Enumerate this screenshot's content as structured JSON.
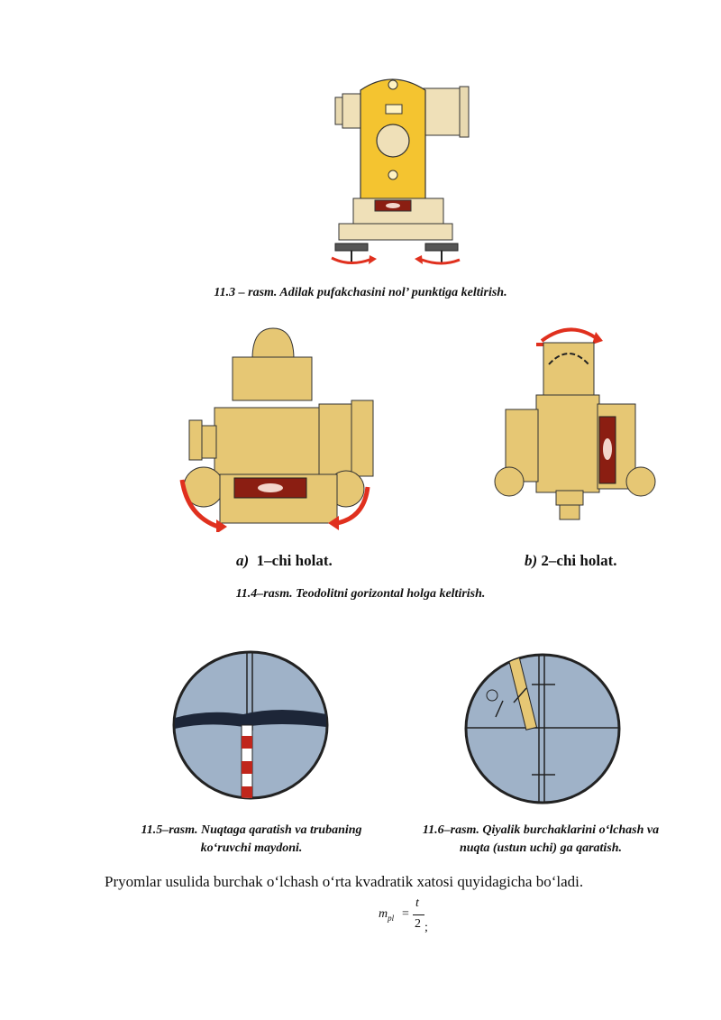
{
  "figures": {
    "fig_11_3": {
      "caption": "11.3 – rasm. Adilak pufakchasini nol’ punktiga keltirish."
    },
    "fig_11_4": {
      "caption": "11.4–rasm. Teodolitni gorizontal holga keltirish.",
      "sub_a_letter": "a)",
      "sub_a_text": "1–chi holat.",
      "sub_b_letter": "b)",
      "sub_b_text": "2–chi holat."
    },
    "fig_11_5": {
      "caption_line1": "11.5–rasm. Nuqtaga qaratish va trubaning",
      "caption_line2": "ko‘ruvchi maydoni."
    },
    "fig_11_6": {
      "caption_line1": "11.6–rasm. Qiyalik burchaklarini o‘lchash va",
      "caption_line2": "nuqta (ustun uchi) ga qaratish."
    }
  },
  "body": {
    "paragraph": "Pryomlar usulida burchak o‘lchash o‘rta kvadratik xatosi quyidagicha bo‘ladi.",
    "formula": {
      "lhs": "m",
      "lhs_sub": "pl",
      "eq": "=",
      "numerator": "t",
      "denominator": "2",
      "end": ";"
    }
  },
  "colors": {
    "yellow": "#f4c430",
    "tan": "#e6c774",
    "red_arrow": "#e0301e",
    "scope_fill": "#9fb2c8"
  }
}
